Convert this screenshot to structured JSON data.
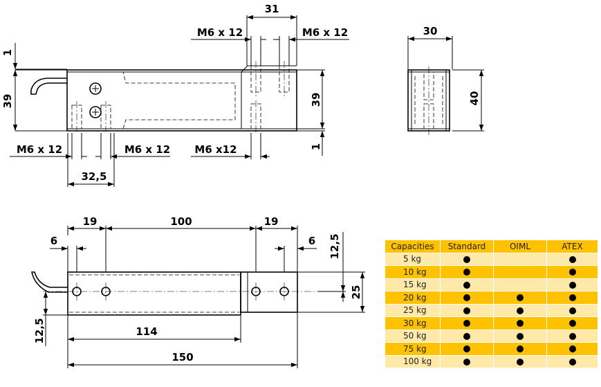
{
  "top_view": {
    "dim_31": "31",
    "thread_left": "M6 x 12",
    "thread_right": "M6 x 12",
    "dim_1_top": "1",
    "dim_39_left": "39",
    "dim_39_right": "39",
    "dim_1_bottom": "1",
    "thread_bl_a": "M6 x 12",
    "thread_bl_b": "M6 x 12",
    "thread_br": "M6 x12",
    "dim_32_5": "32,5"
  },
  "end_view": {
    "dim_30": "30",
    "dim_40": "40"
  },
  "plan_view": {
    "dim_19_left": "19",
    "dim_100": "100",
    "dim_19_right": "19",
    "dim_6_left": "6",
    "dim_6_right": "6",
    "dim_12_5_right": "12,5",
    "dim_25": "25",
    "dim_12_5_left": "12,5",
    "dim_114": "114",
    "dim_150": "150"
  },
  "capacity_table": {
    "headers": [
      "Capacities",
      "Standard",
      "OIML",
      "ATEX"
    ],
    "rows": [
      {
        "capacity": "5 kg",
        "standard": true,
        "oiml": false,
        "atex": true
      },
      {
        "capacity": "10 kg",
        "standard": true,
        "oiml": false,
        "atex": true
      },
      {
        "capacity": "15 kg",
        "standard": true,
        "oiml": false,
        "atex": true
      },
      {
        "capacity": "20 kg",
        "standard": true,
        "oiml": true,
        "atex": true
      },
      {
        "capacity": "25 kg",
        "standard": true,
        "oiml": true,
        "atex": true
      },
      {
        "capacity": "30 kg",
        "standard": true,
        "oiml": true,
        "atex": true
      },
      {
        "capacity": "50 kg",
        "standard": true,
        "oiml": true,
        "atex": true
      },
      {
        "capacity": "75 kg",
        "standard": true,
        "oiml": true,
        "atex": true
      },
      {
        "capacity": "100 kg",
        "standard": true,
        "oiml": true,
        "atex": true
      }
    ],
    "colors": {
      "header": "#ffc200",
      "row_odd": "#ffc200",
      "row_even": "#ffe9a8",
      "mark": "#000000"
    }
  }
}
